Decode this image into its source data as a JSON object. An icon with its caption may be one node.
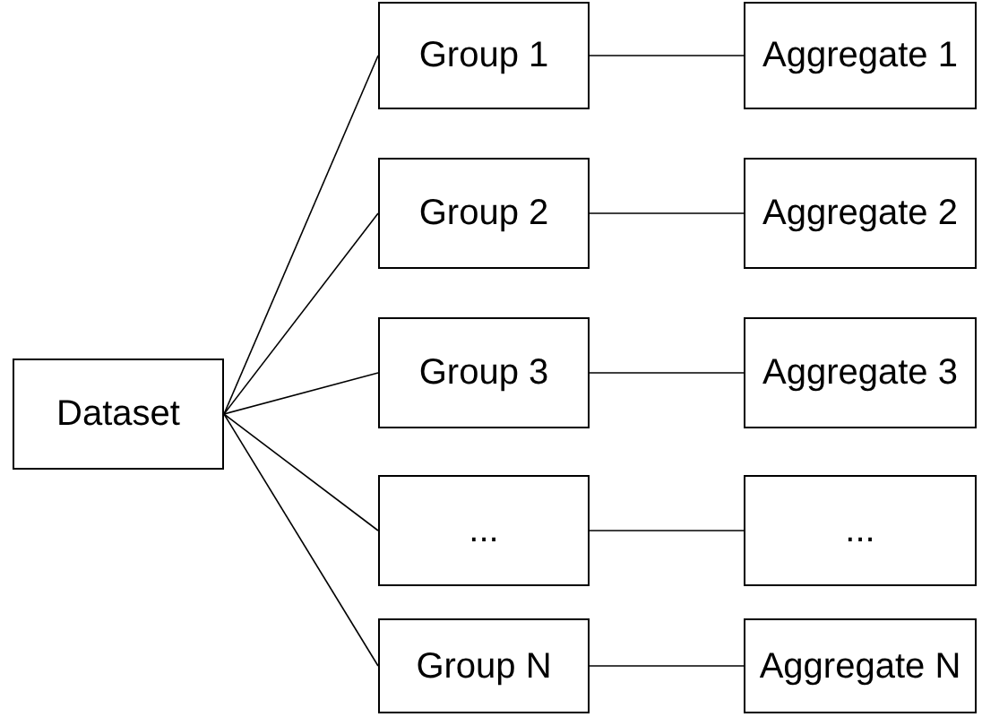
{
  "diagram": {
    "nodes": [
      {
        "text": [
          "Dataset"
        ]
      },
      {
        "text": [
          "Group 1"
        ]
      },
      {
        "text": [
          "Aggregate 1"
        ]
      },
      {
        "text": [
          "Group 2"
        ]
      },
      {
        "text": [
          "Aggregate 2"
        ]
      },
      {
        "text": [
          "Group 3"
        ]
      },
      {
        "text": [
          "Aggregate 3"
        ]
      },
      {
        "text": [
          "..."
        ]
      },
      {
        "text": [
          "..."
        ]
      },
      {
        "text": [
          "Group N"
        ]
      },
      {
        "text": [
          "Aggregate N"
        ]
      }
    ],
    "edges": [
      {
        "from": 0,
        "to": 1,
        "arrow": "none"
      },
      {
        "from": 0,
        "to": 3,
        "arrow": "none"
      },
      {
        "from": 0,
        "to": 5,
        "arrow": "none"
      },
      {
        "from": 0,
        "to": 7,
        "arrow": "none"
      },
      {
        "from": 0,
        "to": 9,
        "arrow": "none"
      },
      {
        "from": 1,
        "to": 2,
        "arrow": "none"
      },
      {
        "from": 3,
        "to": 4,
        "arrow": "none"
      },
      {
        "from": 5,
        "to": 6,
        "arrow": "none"
      },
      {
        "from": 7,
        "to": 8,
        "arrow": "none"
      },
      {
        "from": 9,
        "to": 10,
        "arrow": "none"
      }
    ]
  }
}
